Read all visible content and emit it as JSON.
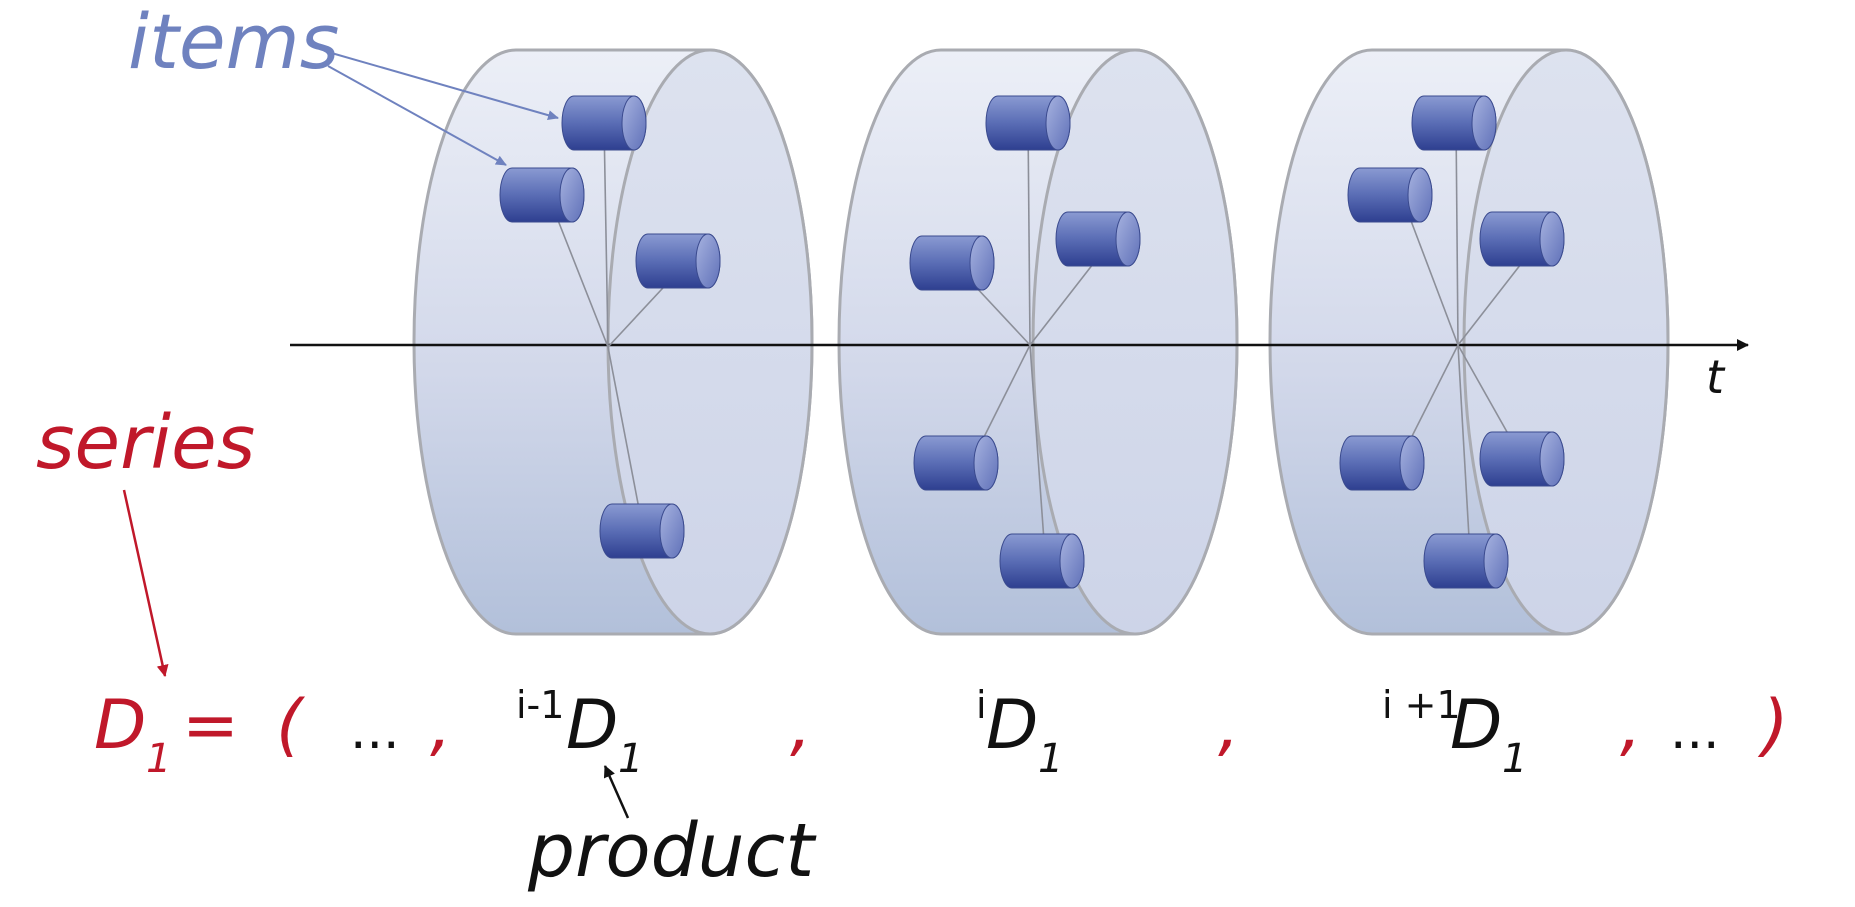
{
  "labels": {
    "items": "items",
    "series": "series",
    "product": "product",
    "axis": "t"
  },
  "formula": {
    "lhs_symbol": "D",
    "lhs_subscript": "1",
    "equals": "=",
    "open_paren": "(",
    "close_paren": ")",
    "ellipsis": "...",
    "comma": ",",
    "terms": [
      {
        "superscript": "i-1",
        "symbol": "D",
        "subscript": "1"
      },
      {
        "superscript": "i",
        "symbol": "D",
        "subscript": "1"
      },
      {
        "superscript": "i +1",
        "symbol": "D",
        "subscript": "1"
      }
    ]
  },
  "colors": {
    "items_label": "#6f82bf",
    "series_label": "#c0182a",
    "cylinder_fill": "#d3d9ea",
    "cylinder_stroke": "#a9abb1",
    "item_fill": "#4a5ea8",
    "axis": "#111111"
  }
}
